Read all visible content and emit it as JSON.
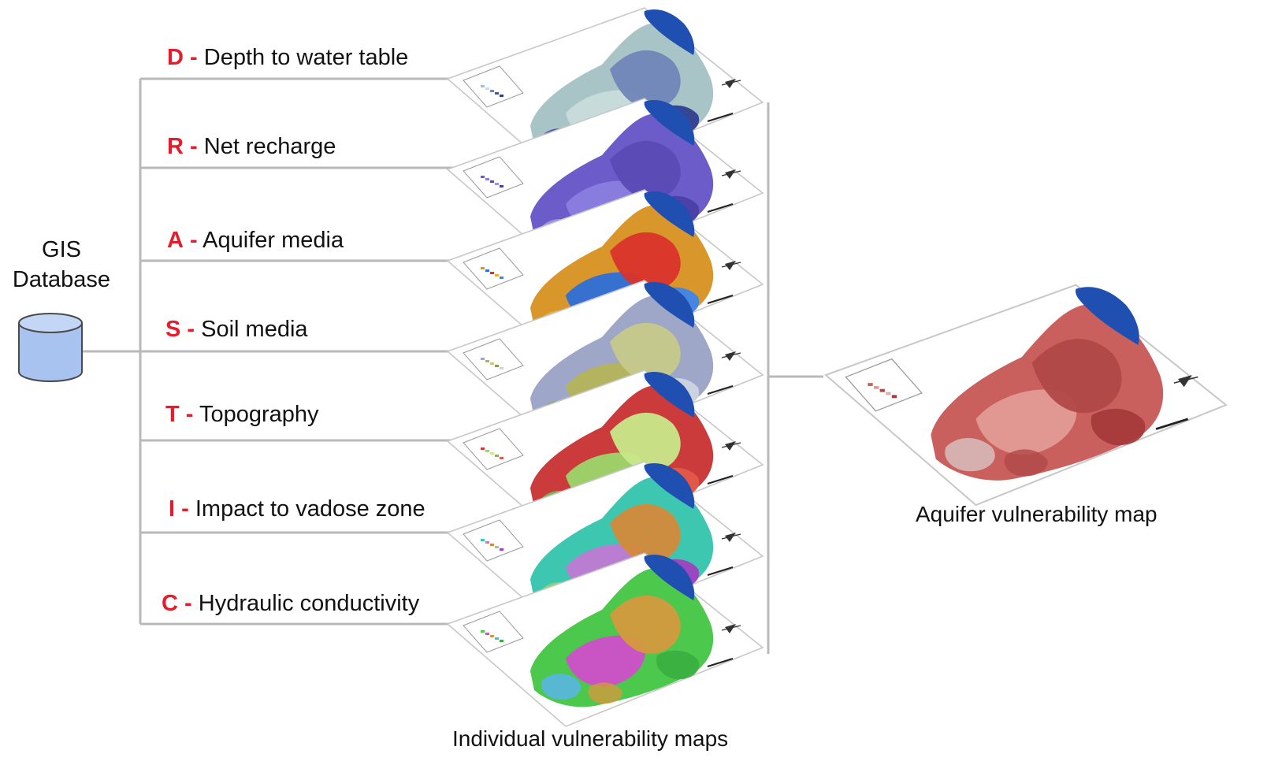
{
  "gis": {
    "line1": "GIS",
    "line2": "Database"
  },
  "layers": [
    {
      "letter": "D",
      "dash": "-",
      "name": "Depth to water table",
      "palette": [
        "#a9c4c6",
        "#c9dcdc",
        "#6f86b9",
        "#4a55a8",
        "#2f3f92"
      ]
    },
    {
      "letter": "R",
      "dash": "-",
      "name": "Net recharge",
      "palette": [
        "#6b5cc9",
        "#8a7de0",
        "#5a4ab5",
        "#9d93e6",
        "#4b3ea8"
      ]
    },
    {
      "letter": "A",
      "dash": "-",
      "name": "Aquifer media",
      "palette": [
        "#d9962a",
        "#2e6fd8",
        "#d9332a",
        "#e4b035",
        "#3e85e8"
      ]
    },
    {
      "letter": "S",
      "dash": "-",
      "name": "Soil media",
      "palette": [
        "#9ea7c8",
        "#b5b35a",
        "#c7c98a",
        "#8f9a3a",
        "#cfd3e0"
      ]
    },
    {
      "letter": "T",
      "dash": "-",
      "name": "Topography",
      "palette": [
        "#cc3b3b",
        "#9bd66a",
        "#c8e88a",
        "#7ab850",
        "#e25a4a"
      ]
    },
    {
      "letter": "I",
      "dash": "-",
      "name": "Impact to vadose zone",
      "palette": [
        "#3ec7b0",
        "#c07ad4",
        "#d48a3a",
        "#8fd17a",
        "#a040c0"
      ]
    },
    {
      "letter": "C",
      "dash": "-",
      "name": "Hydraulic conductivity",
      "palette": [
        "#4cc84c",
        "#cf4fc9",
        "#d39a3e",
        "#58b6d8",
        "#3ab040"
      ]
    }
  ],
  "captions": {
    "individual": "Individual vulnerability maps",
    "result": "Aquifer vulnerability map"
  },
  "colors": {
    "letter": "#e41c2c",
    "connector": "#b9b9b9",
    "cylinder": "#a9c3f0",
    "basin": "#1f4fb0",
    "result_palette": [
      "#c9605e",
      "#e39b95",
      "#b04848",
      "#d7b4b2",
      "#a73a3a"
    ]
  }
}
